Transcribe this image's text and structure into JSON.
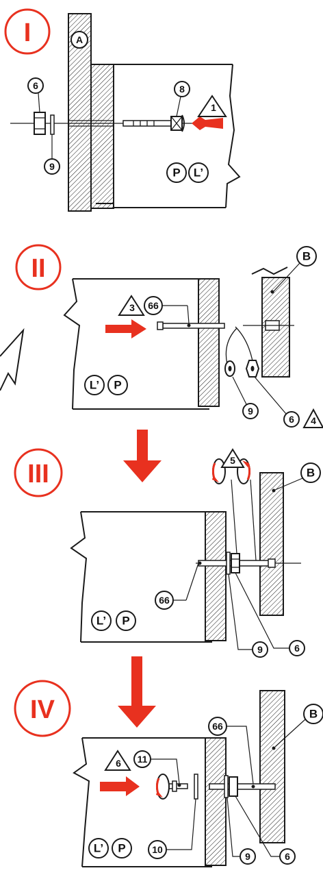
{
  "colors": {
    "accent": "#e8311f",
    "line": "#1a1a1a",
    "background": "#ffffff"
  },
  "steps": [
    {
      "numeral": "I",
      "labels": {
        "a": "A",
        "p": "P",
        "l": "L’",
        "n6": "6",
        "n9": "9",
        "n8": "8",
        "warn": "1"
      }
    },
    {
      "numeral": "II",
      "labels": {
        "b": "B",
        "l": "L’",
        "p": "P",
        "warn": "3",
        "n66": "66",
        "n9": "9",
        "n6": "6",
        "warn2": "4"
      }
    },
    {
      "numeral": "III",
      "labels": {
        "b": "B",
        "warn": "5",
        "n66": "66",
        "l": "L’",
        "p": "P",
        "n9": "9",
        "n6": "6"
      }
    },
    {
      "numeral": "IV",
      "labels": {
        "b": "B",
        "warn": "6",
        "n11": "11",
        "n66": "66",
        "l": "L’",
        "p": "P",
        "n10": "10",
        "n9": "9",
        "n6": "6"
      }
    }
  ]
}
